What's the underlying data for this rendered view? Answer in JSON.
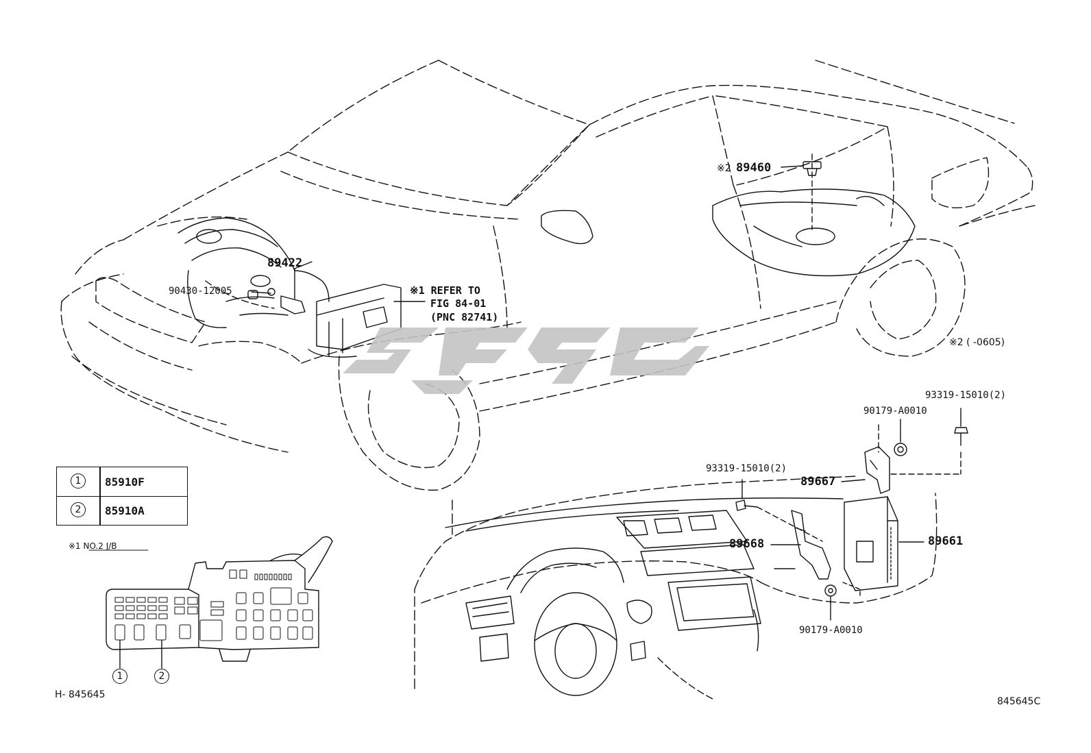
{
  "labels": {
    "p89422": "89422",
    "p90430": "90430-12005",
    "ref_note_1": "※1 REFER TO",
    "ref_note_2": "FIG 84-01",
    "ref_note_3": "(PNC 82741)",
    "p89460_mark": "※2",
    "p89460": "89460",
    "note2_range": "※2 (      -0605)",
    "p93319_top": "93319-15010(2)",
    "p90179_top": "90179-A0010",
    "p93319_mid": "93319-15010(2)",
    "p89667": "89667",
    "p89668": "89668",
    "p89661": "89661",
    "p90179_bottom": "90179-A0010",
    "jb_note": "※1 NO.2 J/B",
    "footer_left": "H- 845645",
    "footer_right": "845645C",
    "watermark": "SFGC"
  },
  "legend": [
    {
      "num": "1",
      "part": "85910F"
    },
    {
      "num": "2",
      "part": "85910A"
    }
  ],
  "callouts": [
    "1",
    "2"
  ],
  "colors": {
    "line": "#111111",
    "watermark": "#c4c4c4",
    "background": "#ffffff"
  }
}
